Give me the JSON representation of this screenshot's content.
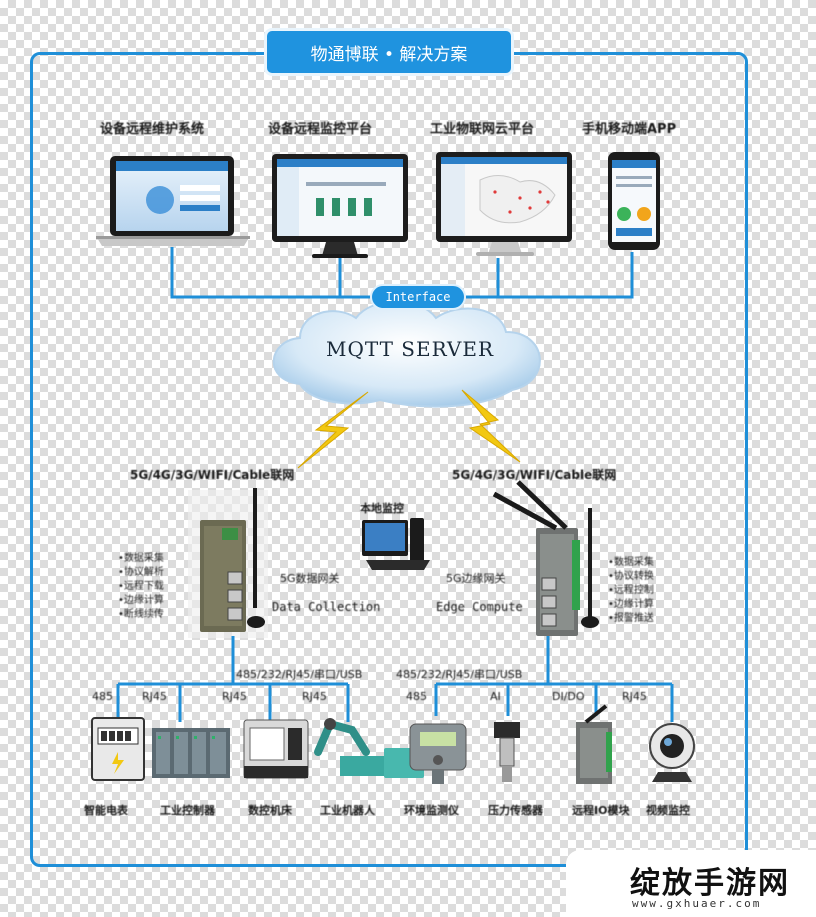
{
  "title": "物通博联 • 解决方案",
  "top_devices": [
    {
      "label": "设备远程维护系统"
    },
    {
      "label": "设备远程监控平台"
    },
    {
      "label": "工业物联网云平台"
    },
    {
      "label": "手机移动端APP"
    }
  ],
  "interface_label": "Interface",
  "server_label": "MQTT SERVER",
  "left_gateway_title": "5G/4G/3G/WIFI/Cable联网",
  "right_gateway_title": "5G/4G/3G/WIFI/Cable联网",
  "local_pc_label": "本地监控",
  "left_mid_labels": {
    "cn": "5G数据网关",
    "en": "Data Collection"
  },
  "right_mid_labels": {
    "cn": "5G边缘网关",
    "en": "Edge Compute"
  },
  "left_bullets": [
    "数据采集",
    "协议解析",
    "远程下载",
    "边缘计算",
    "断线续传"
  ],
  "right_bullets": [
    "数据采集",
    "协议转换",
    "远程控制",
    "边缘计算",
    "报警推送"
  ],
  "left_bus": "485/232/RJ45/串口/USB",
  "right_bus": "485/232/RJ45/串口/USB",
  "left_ports": [
    "485",
    "RJ45",
    "RJ45",
    "RJ45"
  ],
  "right_ports": [
    "485",
    "AI",
    "DI/DO",
    "RJ45"
  ],
  "bottom_devices": [
    {
      "label": "智能电表"
    },
    {
      "label": "工业控制器"
    },
    {
      "label": "数控机床"
    },
    {
      "label": "工业机器人"
    },
    {
      "label": "环境监测仪"
    },
    {
      "label": "压力传感器"
    },
    {
      "label": "远程IO模块"
    },
    {
      "label": "视频监控"
    }
  ],
  "watermark": {
    "text": "绽放手游网",
    "url": "www.gxhuaer.com"
  },
  "colors": {
    "accent": "#1f93df",
    "line": "#1f8fd8",
    "bolt": "#f2c811"
  }
}
